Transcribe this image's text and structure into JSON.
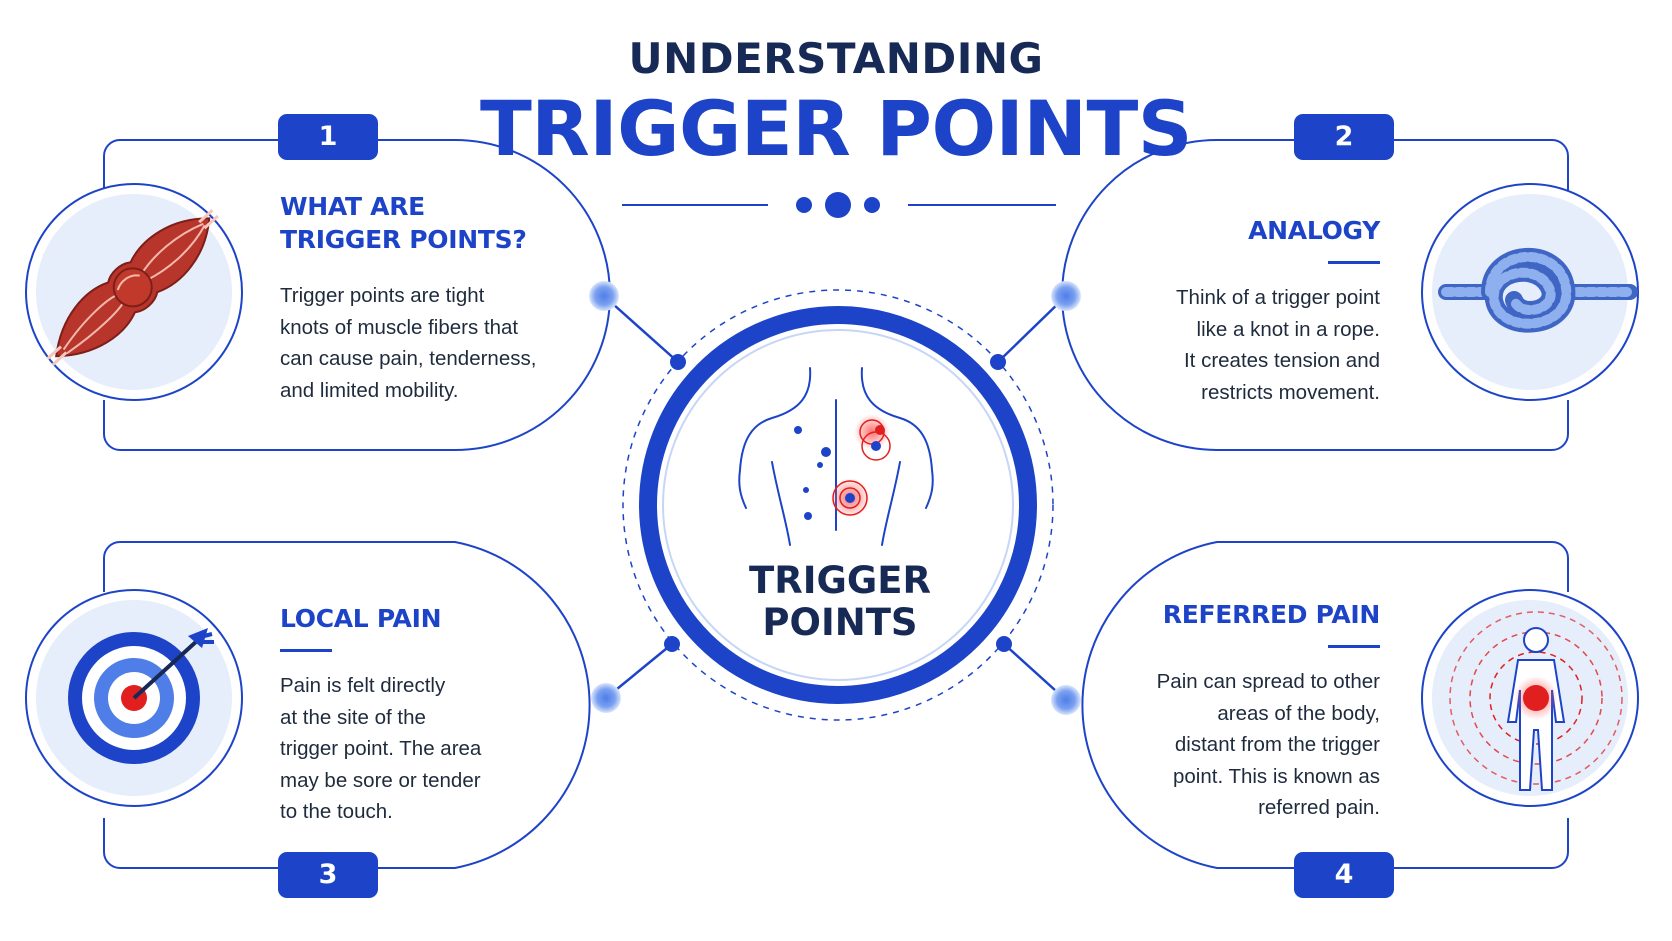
{
  "header": {
    "subtitle": "UNDERSTANDING",
    "title": "TRIGGER POINTS"
  },
  "center": {
    "label_line1": "TRIGGER",
    "label_line2": "POINTS"
  },
  "cards": [
    {
      "number": "1",
      "heading_lines": [
        "WHAT ARE",
        "TRIGGER POINTS?"
      ],
      "body_lines": [
        "Trigger points are tight",
        "knots of muscle fibers that",
        "can cause pain, tenderness,",
        "and limited mobility."
      ],
      "icon": "muscle-knot-icon"
    },
    {
      "number": "2",
      "heading_lines": [
        "ANALOGY"
      ],
      "body_lines": [
        "Think of a trigger point",
        "like a knot in a rope.",
        "It creates tension and",
        "restricts movement."
      ],
      "icon": "rope-knot-icon"
    },
    {
      "number": "3",
      "heading_lines": [
        "LOCAL PAIN"
      ],
      "body_lines": [
        "Pain is felt directly",
        "at the site of the",
        "trigger point. The area",
        "may be sore or tender",
        "to the touch."
      ],
      "icon": "target-icon"
    },
    {
      "number": "4",
      "heading_lines": [
        "REFERRED PAIN"
      ],
      "body_lines": [
        "Pain can spread to other",
        "areas of the body,",
        "distant from the trigger",
        "point. This is known as",
        "referred pain."
      ],
      "icon": "body-radiating-pain-icon"
    }
  ],
  "colors": {
    "primary_blue": "#1d44c8",
    "navy": "#172a56",
    "light_blue_bg": "#e6edfb",
    "muscle_red": "#b8352c",
    "rope_blue": "#5b85d9",
    "pain_red": "#e11f1f"
  }
}
